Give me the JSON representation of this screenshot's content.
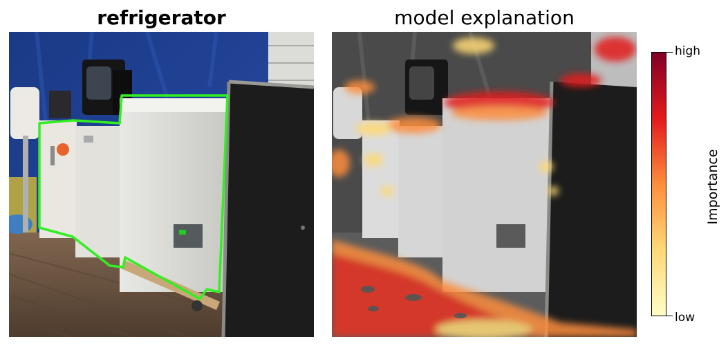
{
  "left_panel": {
    "title": "refrigerator"
  },
  "right_panel": {
    "title": "model explanation"
  },
  "colorbar": {
    "label": "Importance",
    "high_label": "high",
    "low_label": "low",
    "colors": [
      "#fffdc8",
      "#fed976",
      "#fd8d3c",
      "#e31a1c",
      "#800026"
    ]
  },
  "colors": {
    "segmentation_outline": "#33ee22",
    "tarp": "#1d3f8a",
    "floor": "#6b5440",
    "cabinet": "#1c1c1c"
  }
}
